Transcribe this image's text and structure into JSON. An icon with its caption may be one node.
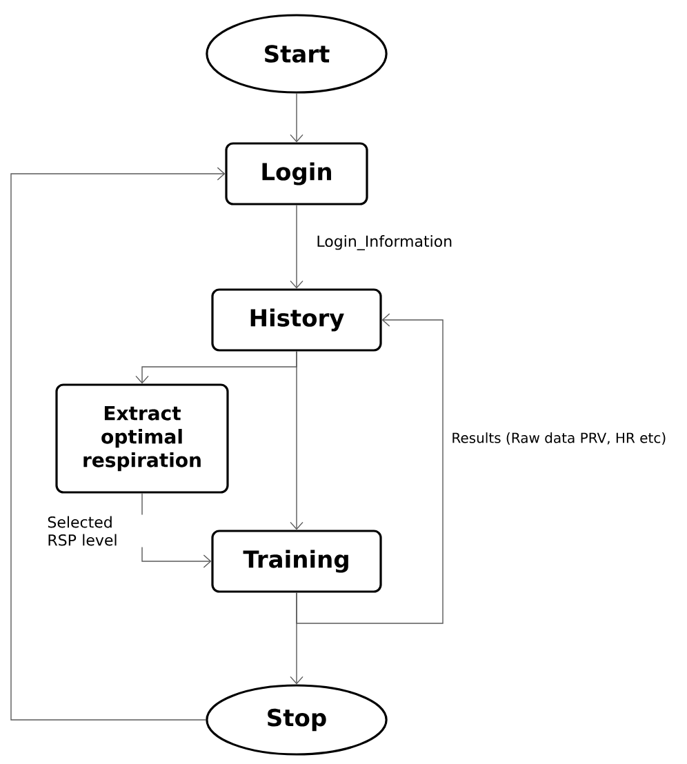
{
  "diagram": {
    "nodes": [
      {
        "text": [
          "Start"
        ]
      },
      {
        "text": [
          "Login"
        ]
      },
      {
        "text": [
          "History"
        ]
      },
      {
        "text": [
          "Extract optimal respiration"
        ]
      },
      {
        "text": [
          "Training"
        ]
      },
      {
        "text": [
          "Stop"
        ]
      }
    ],
    "edges": [
      {
        "from": 0,
        "to": 1,
        "arrow": "to"
      },
      {
        "from": 1,
        "to": 2,
        "arrow": "to",
        "label": "Login_Information"
      },
      {
        "from": 2,
        "to": 3,
        "arrow": "to"
      },
      {
        "from": 2,
        "to": 4,
        "arrow": "to"
      },
      {
        "from": 3,
        "to": 4,
        "arrow": "to",
        "label": "Selected RSP level"
      },
      {
        "from": 4,
        "to": 5,
        "arrow": "to"
      },
      {
        "from": 4,
        "to": 2,
        "arrow": "to",
        "label": "Results (Raw data PRV, HR etc)"
      },
      {
        "from": 5,
        "to": 1,
        "arrow": "to"
      }
    ]
  }
}
